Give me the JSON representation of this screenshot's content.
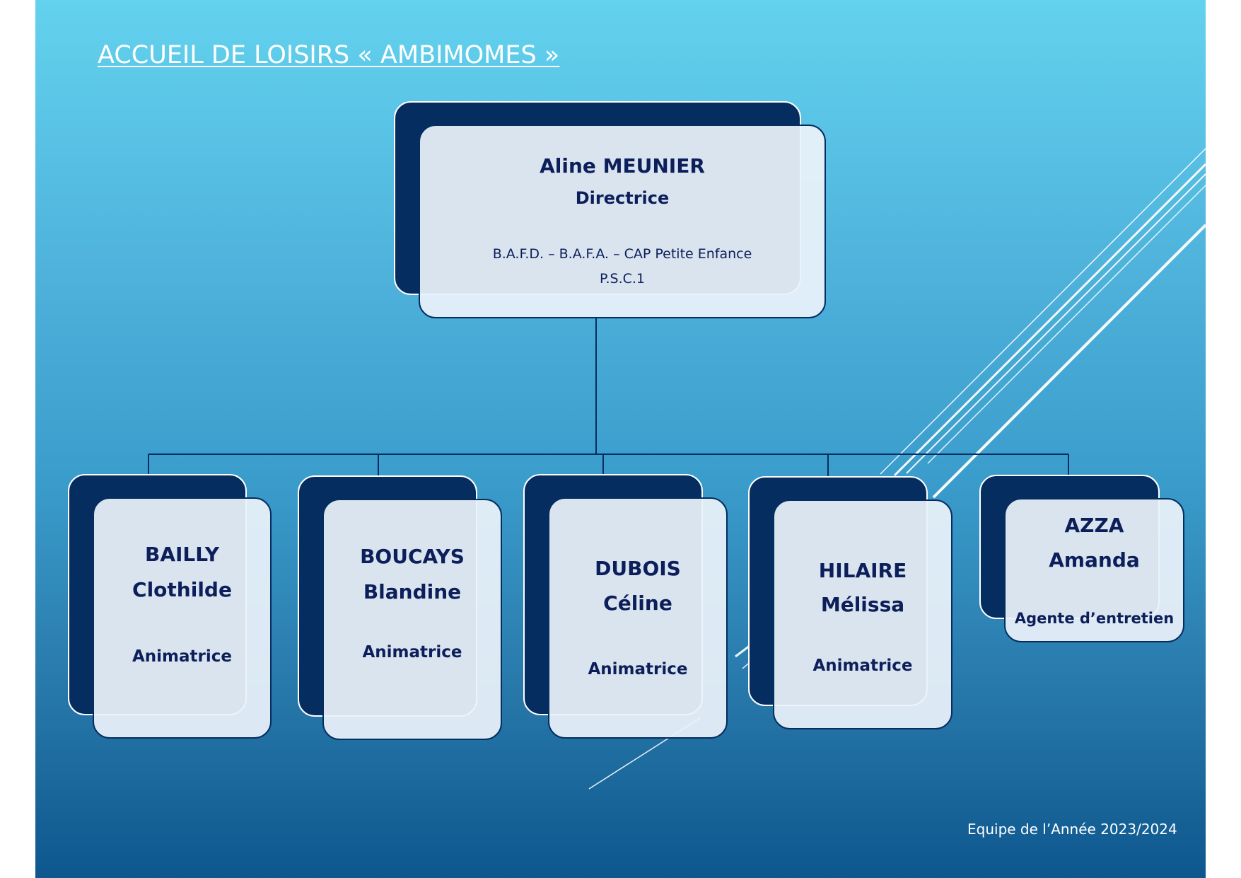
{
  "title": "ACCUEIL DE LOISIRS « AMBIMOMES »",
  "director": {
    "name": "Aline MEUNIER",
    "role": "Directrice",
    "qualifications_line1": "B.A.F.D. – B.A.F.A. – CAP Petite Enfance",
    "qualifications_line2": "P.S.C.1"
  },
  "staff": [
    {
      "last_name": "BAILLY",
      "first_name": "Clothilde",
      "role": "Animatrice"
    },
    {
      "last_name": "BOUCAYS",
      "first_name": "Blandine",
      "role": "Animatrice"
    },
    {
      "last_name": "DUBOIS",
      "first_name": "Céline",
      "role": "Animatrice"
    },
    {
      "last_name": "HILAIRE",
      "first_name": "Mélissa",
      "role": "Animatrice"
    },
    {
      "last_name": "AZZA",
      "first_name": "Amanda",
      "role": "Agente d’entretien"
    }
  ],
  "footer": "Equipe de l’Année 2023/2024",
  "colors": {
    "node_dark": "#052d60",
    "node_light": "#ebf2fa",
    "text": "#0c1f5a",
    "background_top": "#63d2ee",
    "background_bottom": "#0d578e"
  }
}
